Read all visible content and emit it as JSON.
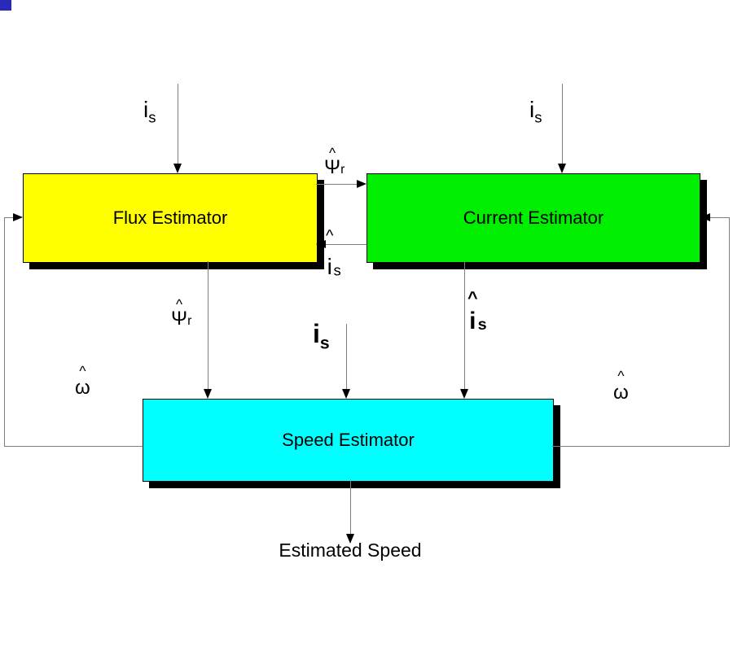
{
  "diagram": {
    "blocks": {
      "flux": {
        "label": "Flux Estimator",
        "color": "#ffff00"
      },
      "current": {
        "label": "Current Estimator",
        "color": "#00ee00"
      },
      "speed": {
        "label": "Speed Estimator",
        "color": "#00ffff"
      }
    },
    "signals": {
      "is_flux_input": {
        "base": "i",
        "sub": "s"
      },
      "is_current_input": {
        "base": "i",
        "sub": "s"
      },
      "psi_hat_r_top": {
        "hat": "^",
        "base": "Ψ",
        "sub": "r"
      },
      "is_hat_feedback": {
        "hat": "^",
        "base": "i",
        "sub": "s"
      },
      "psi_hat_r_to_speed": {
        "hat": "^",
        "base": "Ψ",
        "sub": "r"
      },
      "is_speed_input": {
        "base": "i",
        "sub": "s"
      },
      "is_hat_to_speed": {
        "hat": "^",
        "base": "i",
        "sub": "s"
      },
      "omega_hat_left": {
        "hat": "^",
        "base": "ω"
      },
      "omega_hat_right": {
        "hat": "^",
        "base": "ω"
      },
      "estimated_speed": "Estimated Speed"
    }
  }
}
